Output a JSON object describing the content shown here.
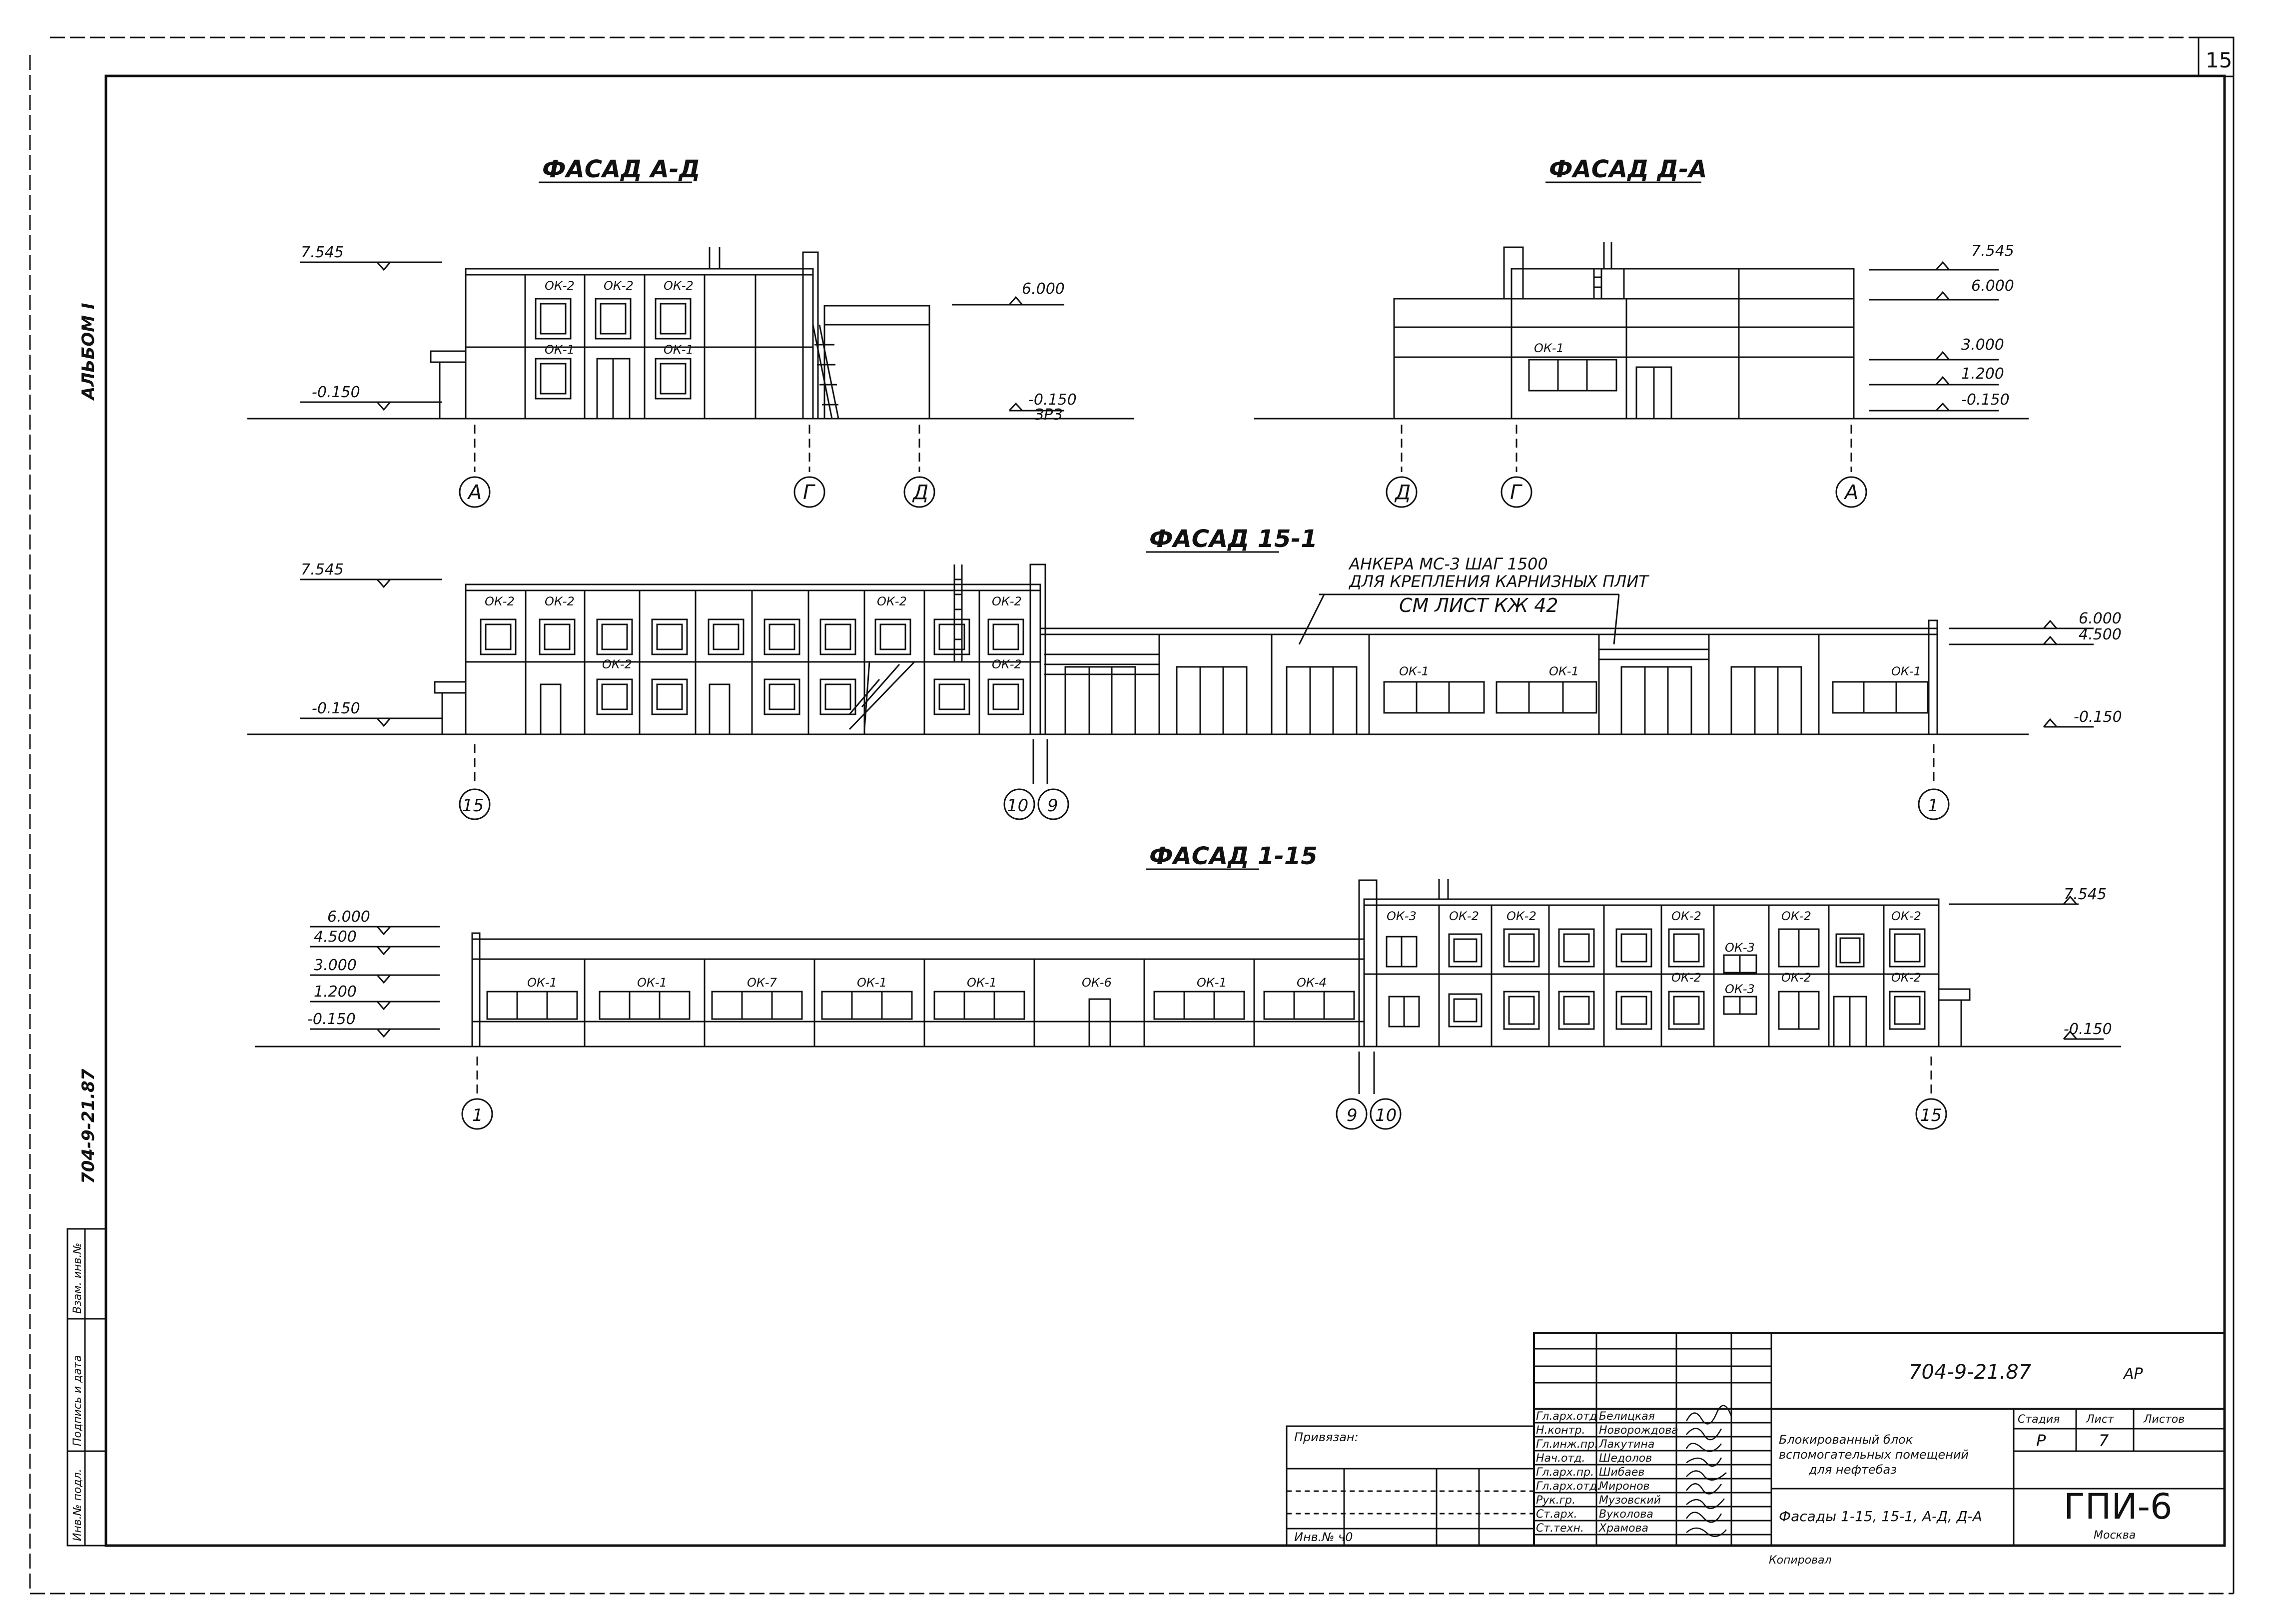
{
  "sheet": {
    "page_number": "15",
    "album": "АЛЬБОМ I",
    "project_code_vertical": "704-9-21.87"
  },
  "facades": {
    "ad": {
      "title": "ФАСАД А-Д",
      "levels_left": [
        "7.545",
        "-0.150"
      ],
      "levels_right": [
        "6.000",
        "-0.150",
        "ЗРЗ"
      ],
      "marks": [
        "ОК-2",
        "ОК-2",
        "ОК-2",
        "ОК-1",
        "ОК-1"
      ],
      "axes": [
        "А",
        "Г",
        "Д"
      ]
    },
    "da": {
      "title": "ФАСАД Д-А",
      "levels_right": [
        "7.545",
        "6.000",
        "3.000",
        "1.200",
        "-0.150"
      ],
      "marks": [
        "ОК-1"
      ],
      "axes": [
        "Д",
        "Г",
        "А"
      ]
    },
    "f15_1": {
      "title": "ФАСАД 15-1",
      "note": [
        "АНКЕРА МС-3 ШАГ 1500",
        "ДЛЯ КРЕПЛЕНИЯ КАРНИЗНЫХ ПЛИТ",
        "СМ ЛИСТ КЖ 42"
      ],
      "levels_left": [
        "7.545",
        "-0.150"
      ],
      "levels_right": [
        "6.000",
        "4.500",
        "-0.150"
      ],
      "marks_upper": [
        "ОК-2",
        "ОК-2",
        "ОК-2",
        "ОК-2"
      ],
      "marks_lower": [
        "ОК-2",
        "ОК-2",
        "ОК-1",
        "ОК-1",
        "ОК-1"
      ],
      "axes": [
        "15",
        "10",
        "9",
        "1"
      ]
    },
    "f1_15": {
      "title": "ФАСАД 1-15",
      "levels_left": [
        "6.000",
        "4.500",
        "3.000",
        "1.200",
        "-0.150"
      ],
      "levels_right": [
        "7.545",
        "-0.150"
      ],
      "marks_low": [
        "ОК-1",
        "ОК-1",
        "ОК-7",
        "ОК-1",
        "ОК-1",
        "ОК-6",
        "ОК-1",
        "ОК-4"
      ],
      "marks_high": [
        "ОК-3",
        "ОК-2",
        "ОК-2",
        "ОК-2",
        "ОК-2",
        "ОК-2",
        "ОК-3",
        "ОК-3",
        "ОК-2",
        "ОК-2",
        "ОК-2"
      ],
      "axes": [
        "1",
        "9",
        "10",
        "15"
      ]
    }
  },
  "side_stamp": {
    "labels": [
      "Инв.№ подл.",
      "Подпись и дата",
      "Взам. инв.№"
    ]
  },
  "left_stamp": {
    "privyazan": "Привязан:",
    "inv": "Инв.№ ч0"
  },
  "title_block": {
    "code": "704-9-21.87",
    "mark": "АР",
    "people": [
      {
        "role": "Гл.арх.отд",
        "name": "Белицкая"
      },
      {
        "role": "Н.контр.",
        "name": "Новорождова"
      },
      {
        "role": "Гл.инж.пр.",
        "name": "Лакутина"
      },
      {
        "role": "Нач.отд.",
        "name": "Шедолов"
      },
      {
        "role": "Гл.арх.пр.",
        "name": "Шибаев"
      },
      {
        "role": "Гл.арх.отд.",
        "name": "Миронов"
      },
      {
        "role": "Рук.гр.",
        "name": "Музовский"
      },
      {
        "role": "Ст.арх.",
        "name": "Вуколова"
      },
      {
        "role": "Ст.техн.",
        "name": "Храмова"
      }
    ],
    "object_name": [
      "Блокированный блок",
      "вспомогательных помещений",
      "для нефтебаз"
    ],
    "sheet_name": "Фасады 1-15, 15-1, А-Д, Д-А",
    "stage_header": "Стадия",
    "sheet_header": "Лист",
    "sheets_header": "Листов",
    "stage": "Р",
    "sheet_no": "7",
    "org": "ГПИ-6",
    "city": "Москва",
    "copied": "Копировал"
  }
}
